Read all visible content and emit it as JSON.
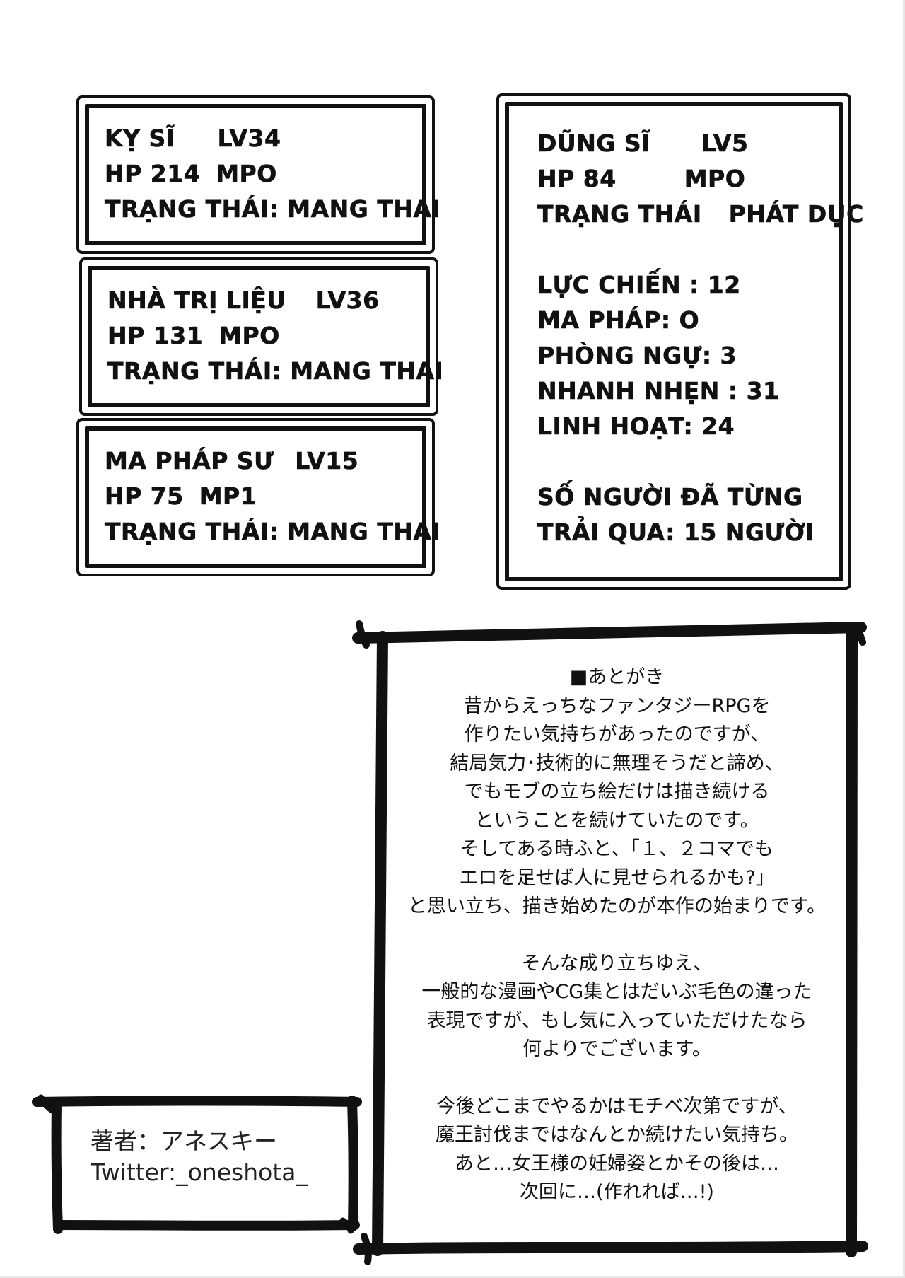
{
  "stat_boxes": {
    "knight": {
      "line1": {
        "name": "KỴ SĨ",
        "level": "LV34"
      },
      "line2": {
        "hp": "HP 214",
        "mp": "MPO"
      },
      "line3": "TRẠNG THÁI: MANG THAI"
    },
    "healer": {
      "line1": {
        "name": "NHÀ TRỊ LIỆU",
        "level": "LV36"
      },
      "line2": {
        "hp": "HP 131",
        "mp": "MPO"
      },
      "line3": "TRẠNG THÁI: MANG THAI"
    },
    "mage": {
      "line1": {
        "name": "MA PHÁP SƯ",
        "level": "LV15"
      },
      "line2": {
        "hp": "HP 75",
        "mp": "MP1"
      },
      "line3": "TRẠNG THÁI: MANG THAI"
    },
    "hero": {
      "line1": {
        "name": "DŨNG SĨ",
        "level": "LV5"
      },
      "line2": {
        "hp": "HP 84",
        "mp": "MPO"
      },
      "line3": {
        "label": "TRẠNG THÁI",
        "value": "PHÁT DỤC"
      },
      "combat": "LỰC CHIẾN : 12",
      "magic": "MA PHÁP: O",
      "defense": "PHÒNG NGỰ: 3",
      "agility": "NHANH NHẸN : 31",
      "dexterity": "LINH HOẠT: 24",
      "count_line1": "SỐ NGƯỜI ĐÃ TỪNG",
      "count_line2": "TRẢI QUA: 15 NGƯỜI"
    }
  },
  "afterword": {
    "p1": [
      "■あとがき",
      "昔からえっちなファンタジーRPGを",
      "作りたい気持ちがあったのですが、",
      "結局気力･技術的に無理そうだと諦め、",
      "でもモブの立ち絵だけは描き続ける",
      "ということを続けていたのです。",
      "そしてある時ふと、「１、２コマでも",
      "エロを足せば人に見せられるかも?」",
      "と思い立ち、描き始めたのが本作の始まりです。"
    ],
    "p2": [
      "そんな成り立ちゆえ、",
      "一般的な漫画やCG集とはだいぶ毛色の違った",
      "表現ですが、もし気に入っていただけたなら",
      "何よりでございます。"
    ],
    "p3": [
      "今後どこまでやるかはモチベ次第ですが、",
      "魔王討伐まではなんとか続けたい気持ち。",
      "あと…女王様の妊婦姿とかその後は…",
      "次回に…(作れれば…!)"
    ]
  },
  "credit": {
    "author": "著者：アネスキー",
    "twitter": "Twitter:_oneshota_"
  }
}
